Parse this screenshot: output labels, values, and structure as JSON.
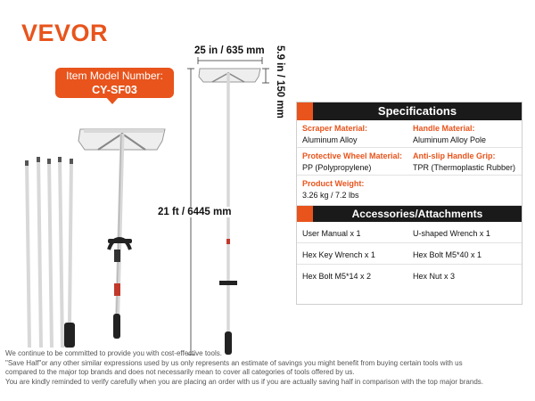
{
  "brand": {
    "logo_text": "VEVOR",
    "accent": "#e8541c",
    "dark": "#1a1a1a"
  },
  "model_badge": {
    "line1": "Item Model Number:",
    "line2": "CY-SF03"
  },
  "dimensions": {
    "width": "25 in / 635 mm",
    "height": "5.9 in / 150 mm",
    "length": "21 ft / 6445 mm"
  },
  "specifications": {
    "title": "Specifications",
    "rows": [
      [
        {
          "label": "Scraper Material:",
          "value": "Aluminum Alloy"
        },
        {
          "label": "Handle Material:",
          "value": "Aluminum Alloy Pole"
        }
      ],
      [
        {
          "label": "Protective Wheel Material:",
          "value": "PP (Polypropylene)"
        },
        {
          "label": "Anti-slip Handle Grip:",
          "value": "TPR (Thermoplastic Rubber)"
        }
      ],
      [
        {
          "label": "Product Weight:",
          "value": "3.26 kg / 7.2 lbs"
        }
      ]
    ]
  },
  "accessories": {
    "title": "Accessories/Attachments",
    "rows": [
      [
        "User Manual x 1",
        "U-shaped Wrench x 1"
      ],
      [
        "Hex Key Wrench x 1",
        "Hex Bolt M5*40 x 1"
      ],
      [
        "Hex Bolt M5*14 x 2",
        "Hex Nut x 3"
      ]
    ]
  },
  "disclaimer": [
    "We continue to be committed to provide you with cost-effective tools.",
    "\"Save Half\"or any other similar expressions used by us only represents an estimate of savings you might benefit from buying certain tools with us",
    "compared to the major top brands and does not necessarily mean to cover all categories of tools offered by us.",
    "You are kindly reminded to verify carefully when you are placing an order with us if you are actually saving half in comparison with the top major brands."
  ]
}
